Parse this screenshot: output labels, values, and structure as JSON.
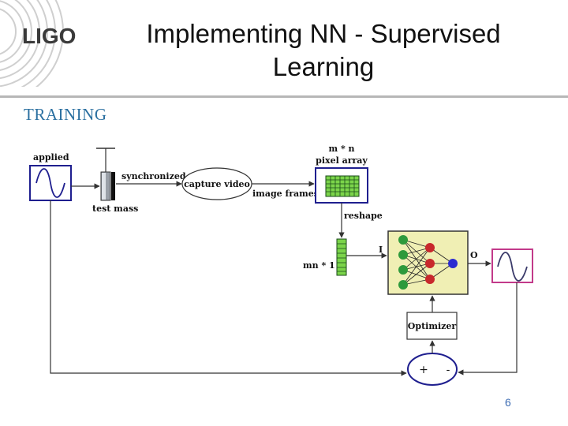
{
  "slide": {
    "logo_text": "LIGO",
    "title_line1": "Implementing NN - Supervised",
    "title_line2": "Learning",
    "section": "TRAINING",
    "page_number": "6"
  },
  "diagram": {
    "applied": "applied",
    "test_mass": "test mass",
    "synchronized": "synchronized",
    "capture_video": "capture video",
    "image_frames": "image frames",
    "pixel_array_dims": "m * n",
    "pixel_array": "pixel array",
    "reshape": "reshape",
    "vector_dims": "mn * 1",
    "input_label": "I",
    "output_label": "O",
    "optimizer": "Optimizer",
    "plus": "+",
    "minus": "-"
  },
  "colors": {
    "accent_blue": "#1f1f8f",
    "network_bg": "#f0efb4",
    "node_green": "#2e9a3c",
    "node_red": "#c8282c",
    "node_blue": "#2b2bd0",
    "grid_green": "#7bd44a",
    "output_box": "#c23a8a",
    "section_color": "#2a6fa0"
  }
}
